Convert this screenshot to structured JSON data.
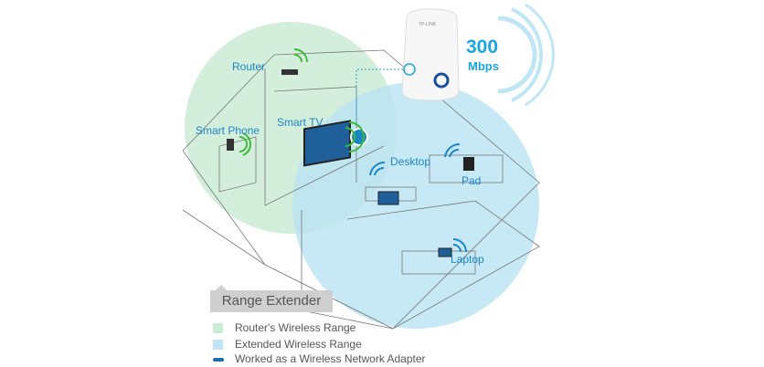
{
  "labels": {
    "router": "Router",
    "smart_phone": "Smart Phone",
    "smart_tv": "Smart TV",
    "desktop": "Desktop",
    "pad": "Pad",
    "laptop": "Laptop"
  },
  "speed": {
    "value": "300",
    "unit": "Mbps"
  },
  "device": {
    "brand": "TP-LINK"
  },
  "title": "Range Extender",
  "legend": [
    {
      "label": "Router's Wireless Range",
      "color": "#c8ecd4"
    },
    {
      "label": "Extended Wireless Range",
      "color": "#bfe6f5"
    },
    {
      "label": "Worked as a Wireless Network Adapter",
      "color": "#1a6fb0"
    }
  ]
}
